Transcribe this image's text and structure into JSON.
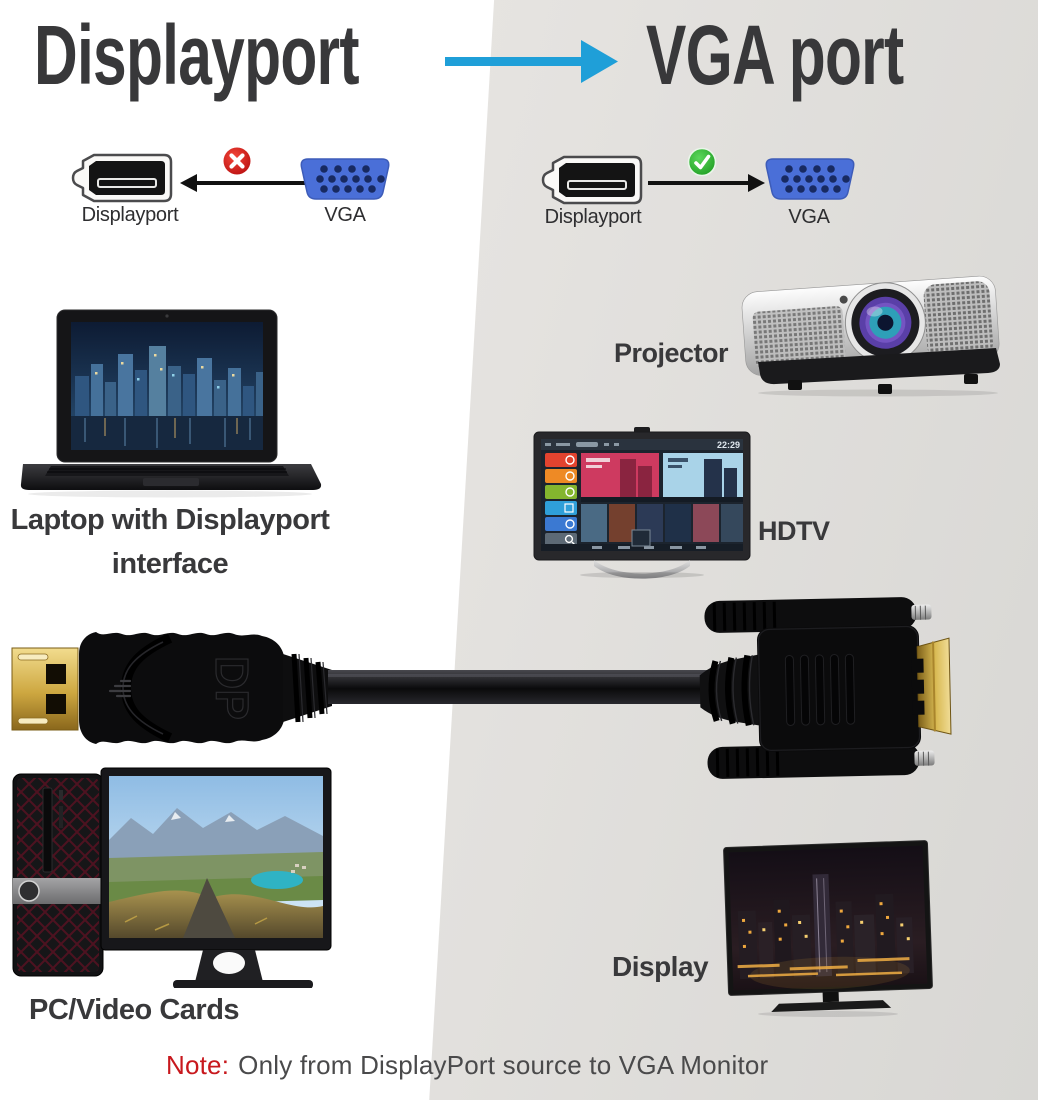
{
  "header": {
    "left_title": "Displayport",
    "right_title": "VGA port"
  },
  "pair_left": {
    "source_label": "Displayport",
    "target_label": "VGA",
    "status": "not-compatible"
  },
  "pair_right": {
    "source_label": "Displayport",
    "target_label": "VGA",
    "status": "compatible"
  },
  "devices": {
    "laptop": {
      "label_line1": "Laptop with Displayport",
      "label_line2": "interface"
    },
    "projector": {
      "label": "Projector"
    },
    "hdtv": {
      "label": "HDTV",
      "clock": "22:29"
    },
    "pc": {
      "label": "PC/Video Cards"
    },
    "display": {
      "label": "Display"
    }
  },
  "cable": {
    "molded_logo": "DP"
  },
  "note": {
    "prefix": "Note:",
    "body": "Only from DisplayPort source to VGA Monitor"
  },
  "icons": {
    "not_compatible": "red-x-circle",
    "compatible": "green-check-circle",
    "flow": "blue-right-arrow"
  },
  "colors": {
    "accent_arrow": "#1f9fd8",
    "error": "#d21616",
    "success": "#2db52d",
    "title_text": "#38383a",
    "note_red": "#c8181d",
    "vga_blue": "#4a6fd8",
    "right_panel_gray": "#e2e1de"
  }
}
